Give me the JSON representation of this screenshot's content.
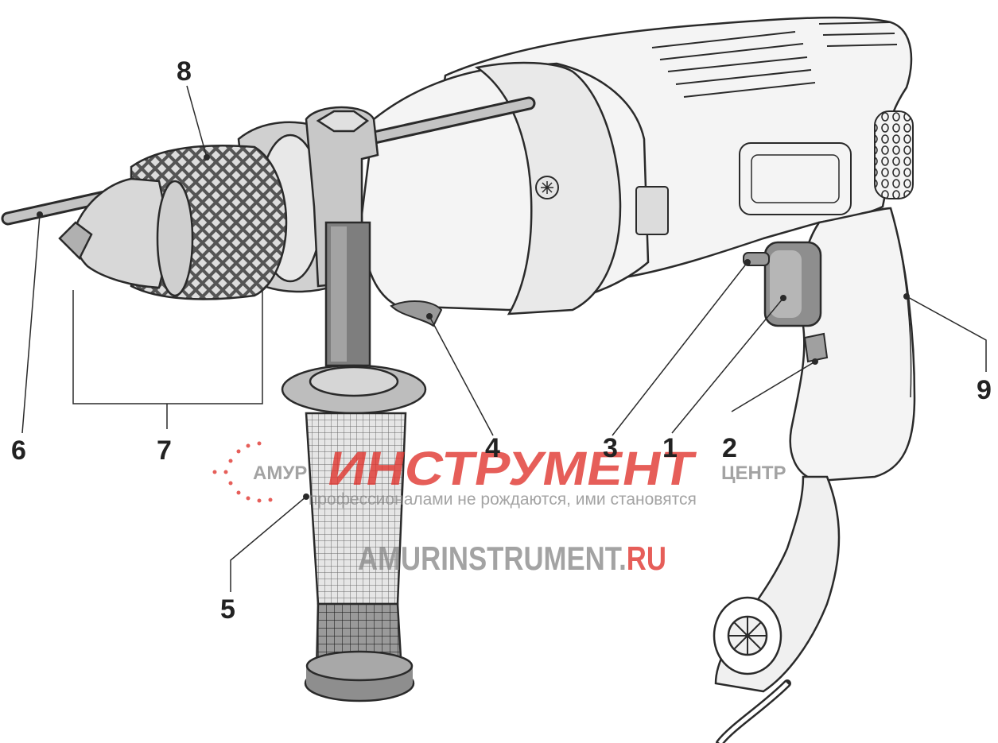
{
  "callouts": [
    {
      "id": "1",
      "label": "1"
    },
    {
      "id": "2",
      "label": "2"
    },
    {
      "id": "3",
      "label": "3"
    },
    {
      "id": "4",
      "label": "4"
    },
    {
      "id": "5",
      "label": "5"
    },
    {
      "id": "6",
      "label": "6"
    },
    {
      "id": "7",
      "label": "7"
    },
    {
      "id": "8",
      "label": "8"
    },
    {
      "id": "9",
      "label": "9"
    }
  ],
  "watermark": {
    "brand_left": "АМУР",
    "brand_main": "ИНСТРУМЕНТ",
    "brand_right": "ЦЕНТР",
    "slogan": "профессионалами не рождаются, ими становятся",
    "url_main": "AMURINSTRUMENT.",
    "url_tld": "RU"
  },
  "colors": {
    "line": "#2a2a2a",
    "body_fill": "#f4f4f4",
    "shade": "#bdbdbd",
    "dark_shade": "#8c8c8c",
    "watermark_red": "#e0312b",
    "watermark_gray": "#8a8a8a"
  }
}
